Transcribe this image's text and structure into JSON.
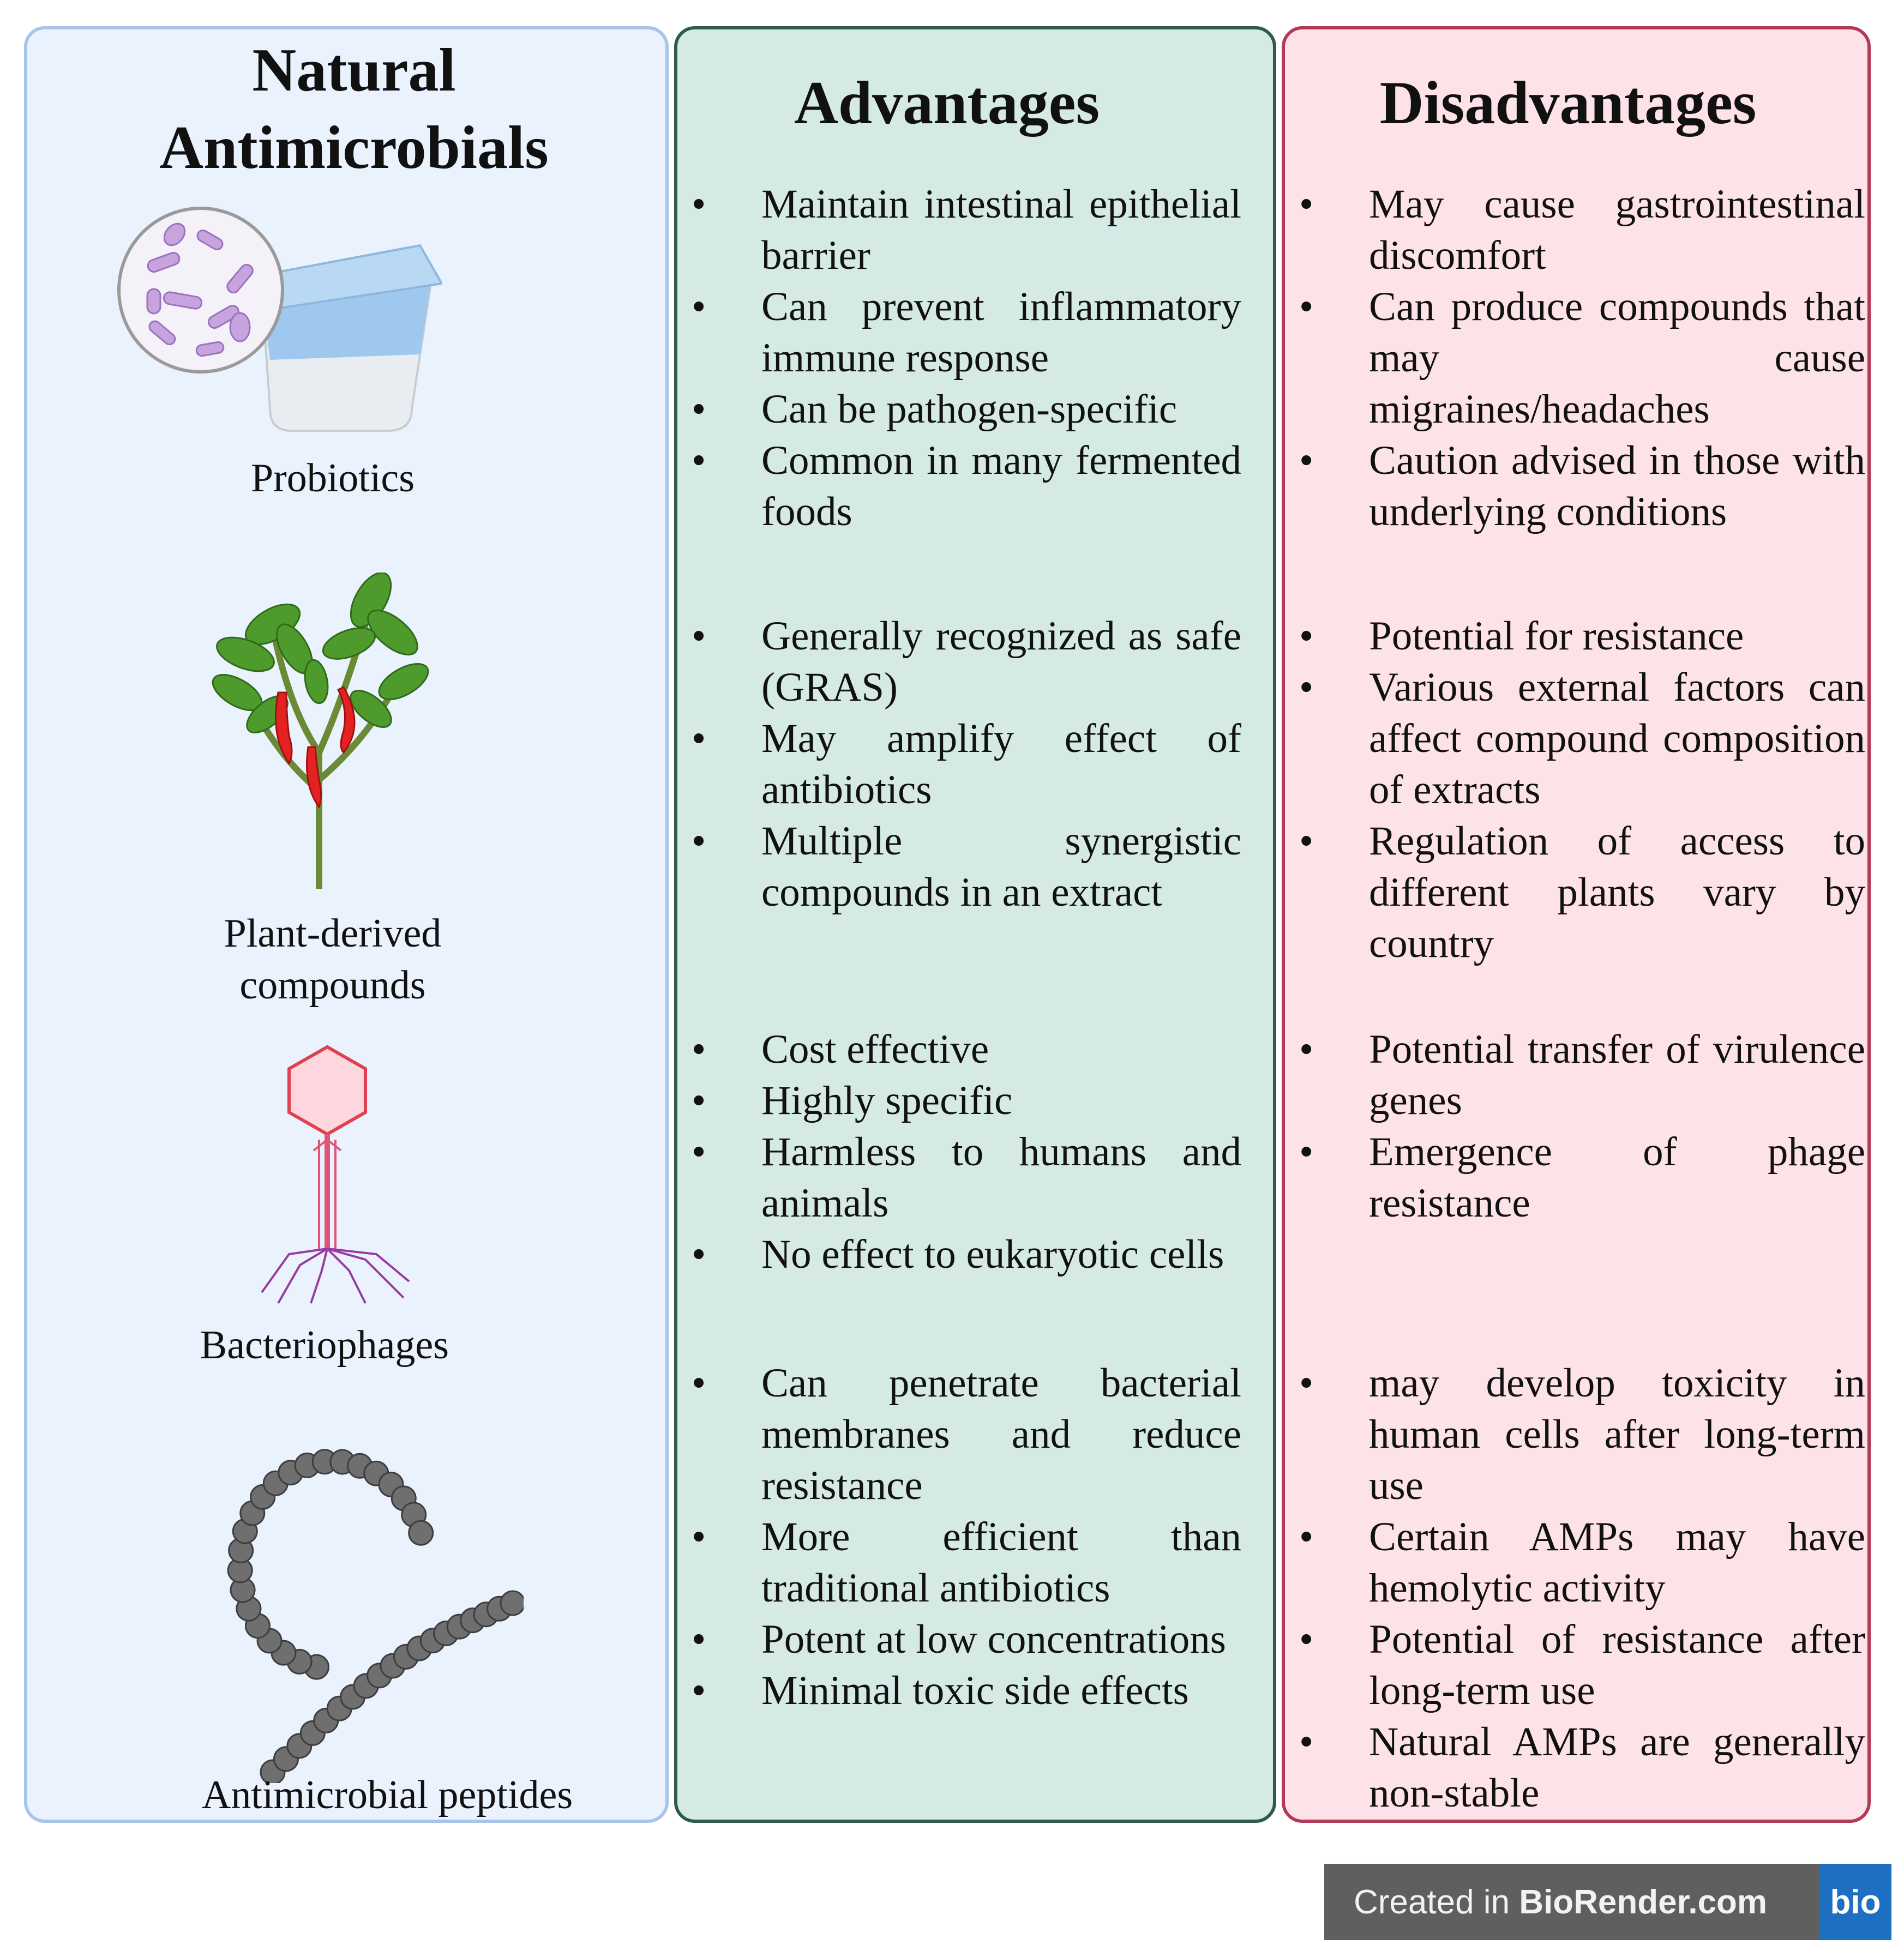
{
  "natural": {
    "title_line1": "Natural",
    "title_line2": "Antimicrobials",
    "categories": [
      {
        "label_line1": "Probiotics",
        "label_line2": "",
        "icon": "yogurt-bacteria-icon"
      },
      {
        "label_line1": "Plant-derived",
        "label_line2": "compounds",
        "icon": "chili-plant-icon"
      },
      {
        "label_line1": "Bacteriophages",
        "label_line2": "",
        "icon": "bacteriophage-icon"
      },
      {
        "label_line1": "Antimicrobial peptides",
        "label_line2": "",
        "icon": "peptide-chain-icon"
      }
    ]
  },
  "advantages": {
    "title": "Advantages",
    "groups": [
      [
        "Maintain intestinal epithelial barrier",
        "Can prevent inflammatory immune response",
        "Can be pathogen-specific",
        "Common in many fermented foods"
      ],
      [
        "Generally recognized as safe (GRAS)",
        "May amplify effect of antibiotics",
        "Multiple synergistic compounds in an extract"
      ],
      [
        "Cost effective",
        "Highly specific",
        "Harmless to humans and animals",
        "No effect to eukaryotic cells"
      ],
      [
        "Can penetrate bacterial membranes and reduce resistance",
        "More efficient than traditional antibiotics",
        "Potent at low concentrations",
        "Minimal toxic side effects"
      ]
    ]
  },
  "disadvantages": {
    "title": "Disadvantages",
    "groups": [
      [
        "May cause gastrointestinal discomfort",
        "Can produce compounds that may cause migraines/headaches",
        "Caution advised in those with underlying conditions"
      ],
      [
        "Potential for resistance",
        "Various external factors can affect compound composition of extracts",
        "Regulation of access to different plants vary by country"
      ],
      [
        "Potential transfer of virulence genes",
        "Emergence of phage resistance"
      ],
      [
        "may develop toxicity in human cells after long-term use",
        "Certain AMPs may have hemolytic activity",
        "Potential of resistance after long-term use",
        "Natural AMPs are generally non-stable"
      ]
    ]
  },
  "badge": {
    "prefix": "Created in ",
    "brand": "BioRender.com",
    "logo": "bio"
  },
  "colors": {
    "natural_bg": "#eaf2fd",
    "advantages_bg": "#d5e9e5",
    "disadvantages_bg": "#fde3e8",
    "badge_bg": "#5f5f60",
    "badge_logo": "#1e6fc2"
  }
}
